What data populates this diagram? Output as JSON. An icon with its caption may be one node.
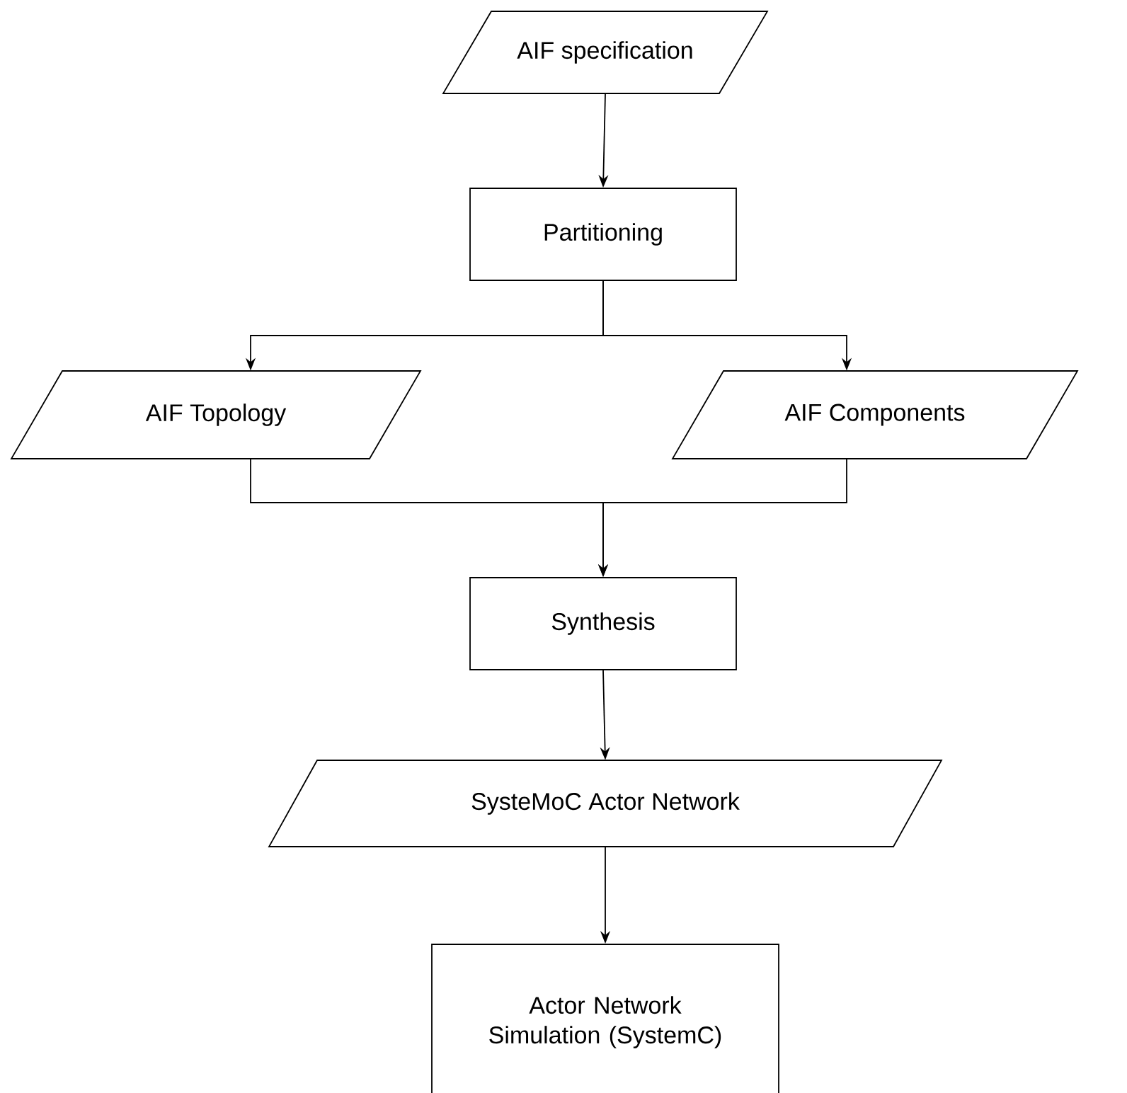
{
  "diagram": {
    "nodes": [
      {
        "text": [
          "AIF specification"
        ]
      },
      {
        "text": [
          "Partitioning"
        ]
      },
      {
        "text": [
          "AIF Topology"
        ]
      },
      {
        "text": [
          "AIF Components"
        ]
      },
      {
        "text": [
          "Synthesis"
        ]
      },
      {
        "text": [
          "SysteMoC Actor Network"
        ]
      },
      {
        "text": [
          "Actor Network Simulation (SystemC)"
        ]
      }
    ],
    "edges": [
      {
        "from": 0,
        "to": 1,
        "arrow": "to"
      },
      {
        "from": 1,
        "to": 2,
        "arrow": "to"
      },
      {
        "from": 1,
        "to": 3,
        "arrow": "to"
      },
      {
        "from": 2,
        "to": 4,
        "arrow": "to"
      },
      {
        "from": 3,
        "to": 4,
        "arrow": "to"
      },
      {
        "from": 4,
        "to": 5,
        "arrow": "to"
      },
      {
        "from": 5,
        "to": 6,
        "arrow": "to"
      }
    ]
  }
}
